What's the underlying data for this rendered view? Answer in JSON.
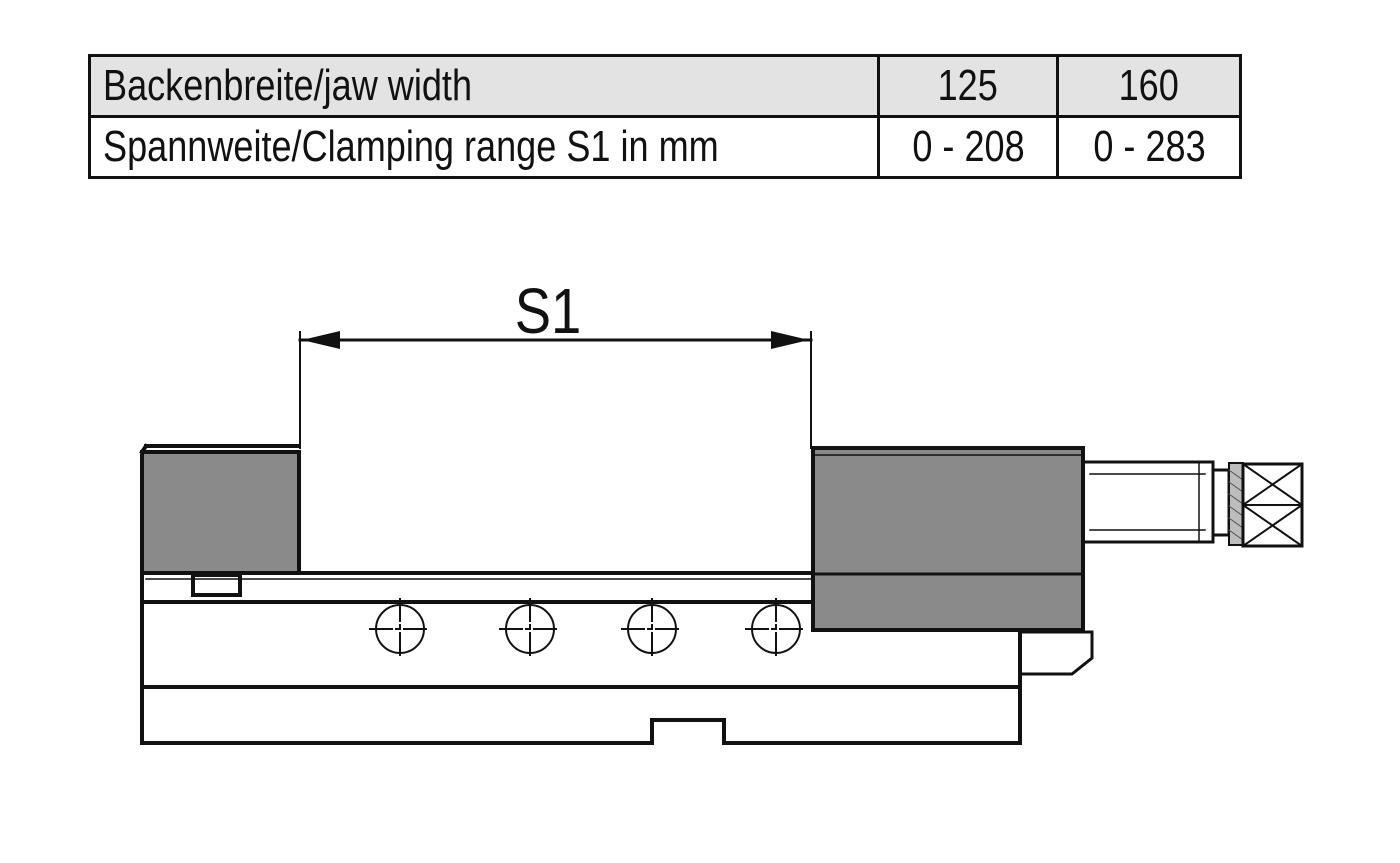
{
  "table": {
    "rows": [
      {
        "label": "Backenbreite/jaw width",
        "v1": "125",
        "v2": "160"
      },
      {
        "label": "Spannweite/Clamping range S1 in mm",
        "v1": "0 - 208",
        "v2": "0 - 283"
      }
    ]
  },
  "drawing": {
    "dimension_label": "S1"
  },
  "colors": {
    "line": "#111111",
    "jaw_fill": "#8a8a8a",
    "header_fill": "#e3e3e3"
  }
}
